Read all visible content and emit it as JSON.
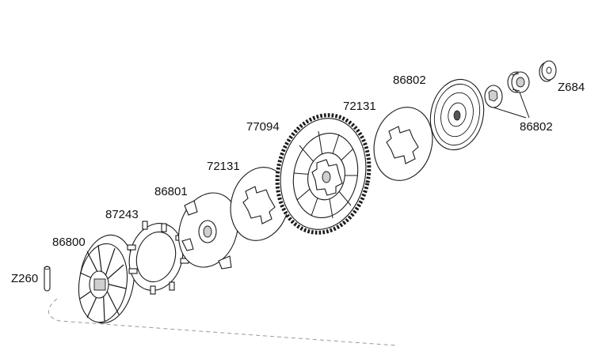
{
  "labels": {
    "z260": "Z260",
    "p86800": "86800",
    "p87243": "87243",
    "p86801": "86801",
    "p72131a": "72131",
    "p77094": "77094",
    "p72131b": "72131",
    "p86802a": "86802",
    "p86802b": "86802",
    "z684": "Z684"
  }
}
